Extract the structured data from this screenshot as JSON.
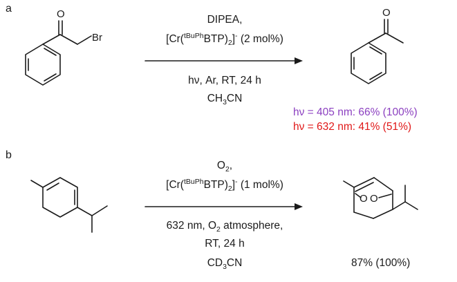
{
  "panel_a": {
    "label": "a",
    "reactant_atoms": {
      "oxygen": "O",
      "bromine": "Br"
    },
    "product_atoms": {
      "oxygen": "O"
    },
    "above": {
      "line1": "DIPEA,",
      "line2_open": "[Cr(",
      "line2_sup": "tBuPh",
      "line2_mid": "BTP)",
      "line2_sub": "2",
      "line2_close": "]",
      "line2_charge": "-",
      "line2_tail": " (2 mol%)"
    },
    "below": {
      "line1": "hν, Ar, RT, 24 h",
      "line2_pre": "CH",
      "line2_sub": "3",
      "line2_post": "CN"
    },
    "results": [
      {
        "text": "hν = 405 nm: 66% (100%)",
        "color": "#8b3fc0"
      },
      {
        "text": "hν = 632 nm: 41% (51%)",
        "color": "#e01717"
      }
    ]
  },
  "panel_b": {
    "label": "b",
    "product_atoms": {
      "o1": "O",
      "o2": "O"
    },
    "above": {
      "line1_pre": "O",
      "line1_sub": "2",
      "line1_post": ",",
      "line2_open": "[Cr(",
      "line2_sup": "tBuPh",
      "line2_mid": "BTP)",
      "line2_sub": "2",
      "line2_close": "]",
      "line2_charge": "-",
      "line2_tail": " (1 mol%)"
    },
    "below": {
      "line1_pre": "632 nm, O",
      "line1_sub": "2",
      "line1_post": " atmosphere,",
      "line2": "RT, 24 h",
      "line3_pre": "CD",
      "line3_sub": "3",
      "line3_post": "CN"
    },
    "yield": "87% (100%)"
  }
}
